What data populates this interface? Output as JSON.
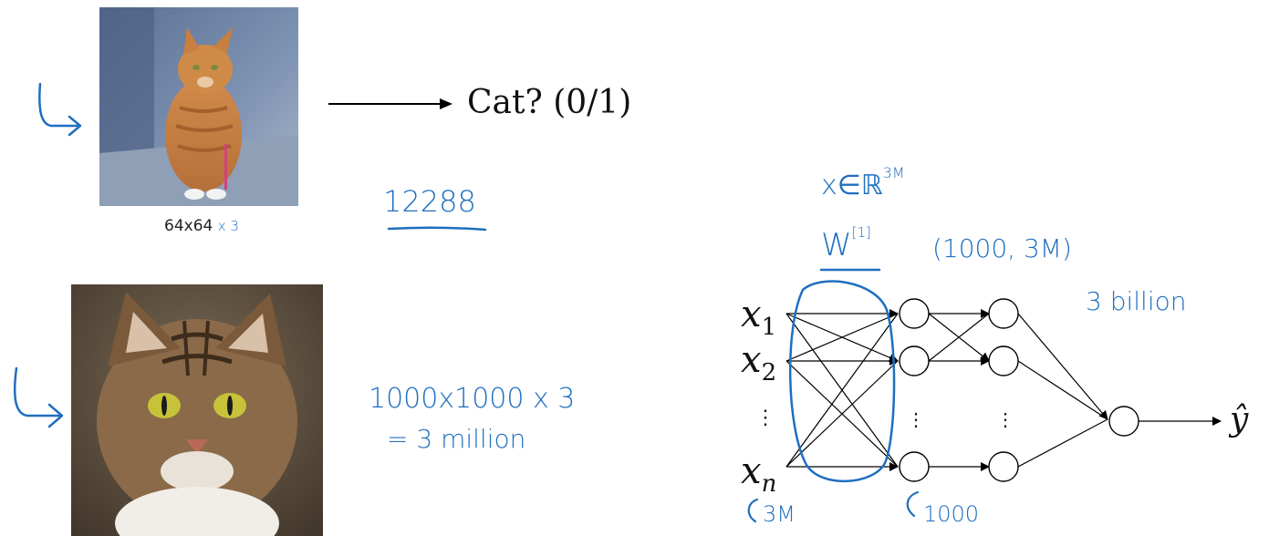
{
  "top_example": {
    "label_dim": "64x64",
    "label_channels": "x 3",
    "output_text": "Cat? (0/1)",
    "feature_count": "12288"
  },
  "bottom_example": {
    "dims": "1000x1000 x 3",
    "equals": "= 3 million"
  },
  "network": {
    "input_space": "x∈ℝ",
    "input_space_exp": "3M",
    "weight_label": "W",
    "weight_superscript": "[1]",
    "weight_shape": "(1000, 3M)",
    "param_count": "3 billion",
    "inputs": [
      {
        "base": "x",
        "sub": "1"
      },
      {
        "base": "x",
        "sub": "2"
      },
      {
        "base": "x",
        "sub": "n"
      }
    ],
    "dots": "⋮",
    "output": "ŷ",
    "input_size_note": "3M",
    "hidden_size_note": "1000"
  },
  "colors": {
    "ink": "#1f6fc0",
    "line": "#000000"
  }
}
